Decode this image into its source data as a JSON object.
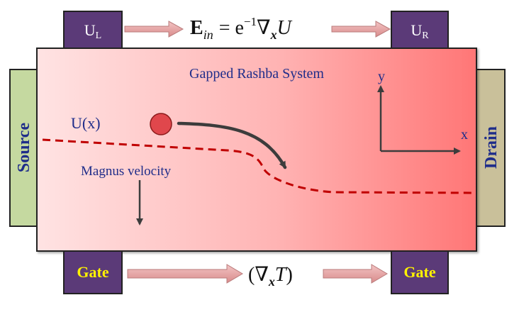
{
  "title": "Gapped Rashba System",
  "contacts": {
    "ul_main": "U",
    "ul_sub": "L",
    "ur_main": "U",
    "ur_sub": "R",
    "source": "Source",
    "drain": "Drain",
    "gate_left": "Gate",
    "gate_right": "Gate"
  },
  "equations": {
    "field_bold": "E",
    "field_sub": "in",
    "field_eq": "= e",
    "field_exp": "−1",
    "field_grad": "∇",
    "field_grad_sub": "x",
    "field_var": "U",
    "gradient_open": "(∇",
    "gradient_sub": "x",
    "gradient_var": "T",
    "gradient_close": ")"
  },
  "labels": {
    "potential": "U(x)",
    "magnus": "Magnus velocity",
    "axis_y": "y",
    "axis_x": "x"
  },
  "colors": {
    "contact_fill": "#5b3a78",
    "contact_text_u": "#ffffff",
    "contact_text_gate": "#fff200",
    "source_fill": "#c5d9a0",
    "drain_fill": "#c9c09a",
    "label_blue": "#1f2d8a",
    "dashed_line": "#c00000",
    "particle": "#e0474c",
    "arrow_pink": "#e8a7a7",
    "region_left": "#ffe0e0",
    "region_right": "#ff7a7a"
  }
}
